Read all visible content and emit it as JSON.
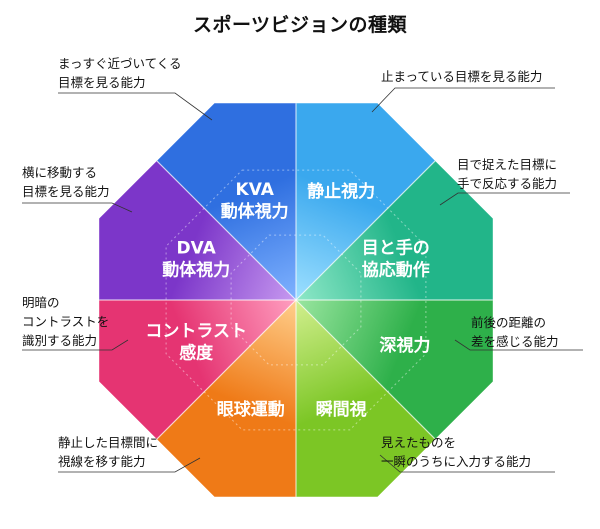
{
  "title": "スポーツビジョンの種類",
  "segments": [
    {
      "label_lines": [
        "KVA",
        "動体視力"
      ],
      "description_lines": [
        "まっすぐ近づいてくる",
        "目標を見る能力"
      ],
      "color": "#2f6fe0",
      "color_center": "#7fb2ff"
    },
    {
      "label_lines": [
        "静止視力"
      ],
      "description_lines": [
        "止まっている目標を見る能力"
      ],
      "color": "#3aa8ee",
      "color_center": "#9ee0ff"
    },
    {
      "label_lines": [
        "目と手の",
        "協応動作"
      ],
      "description_lines": [
        "目で捉えた目標に",
        "手で反応する能力"
      ],
      "color": "#22b589",
      "color_center": "#8fe8c8"
    },
    {
      "label_lines": [
        "深視力"
      ],
      "description_lines": [
        "前後の距離の",
        "差を感じる能力"
      ],
      "color": "#2eb04a",
      "color_center": "#9ae6a0"
    },
    {
      "label_lines": [
        "瞬間視"
      ],
      "description_lines": [
        "見えたものを",
        "一瞬のうちに入力する能力"
      ],
      "color": "#7cc625",
      "color_center": "#d2ef8f"
    },
    {
      "label_lines": [
        "眼球運動"
      ],
      "description_lines": [
        "静止した目標間に",
        "視線を移す能力"
      ],
      "color": "#ef7a17",
      "color_center": "#ffcf8c"
    },
    {
      "label_lines": [
        "コントラスト",
        "感度"
      ],
      "description_lines": [
        "明暗の",
        "コントラストを",
        "識別する能力"
      ],
      "color": "#e53472",
      "color_center": "#ff9fc0"
    },
    {
      "label_lines": [
        "DVA",
        "動体視力"
      ],
      "description_lines": [
        "横に移動する",
        "目標を見る能力"
      ],
      "color": "#7c36c9",
      "color_center": "#c79af0"
    }
  ]
}
